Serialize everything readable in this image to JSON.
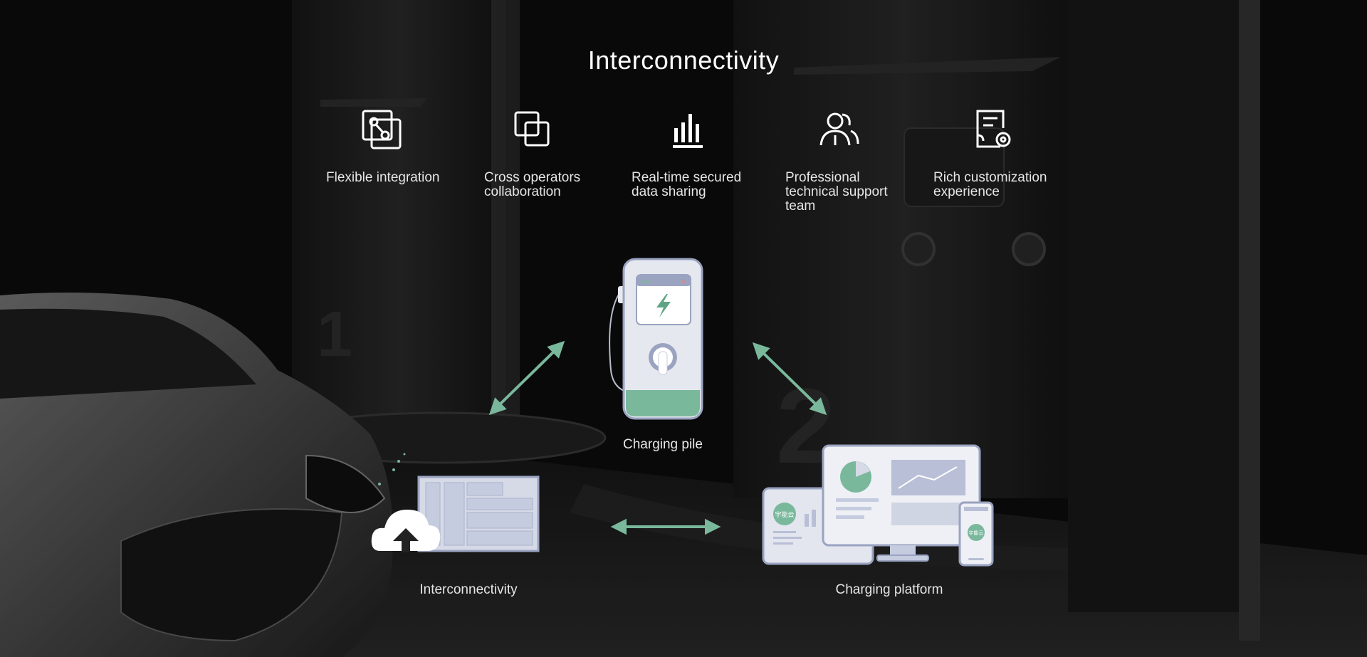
{
  "page": {
    "title": "Interconnectivity"
  },
  "features": [
    {
      "label": "Flexible integration",
      "icon": "integration-icon"
    },
    {
      "label": "Cross operators\ncollaboration",
      "icon": "overlap-squares-icon"
    },
    {
      "label": "Real-time secured\ndata sharing",
      "icon": "bar-chart-icon"
    },
    {
      "label": "Professional\ntechnical support\nteam",
      "icon": "team-icon"
    },
    {
      "label": "Rich customization\nexperience",
      "icon": "document-gear-icon"
    }
  ],
  "diagram": {
    "charging_pile_label": "Charging pile",
    "interconnectivity_label": "Interconnectivity",
    "charging_platform_label": "Charging platform",
    "brand_badge": "宇能云"
  },
  "colors": {
    "accent": "#7ab89c",
    "device": "#d6dae6",
    "device_dark": "#9aa3c0"
  }
}
